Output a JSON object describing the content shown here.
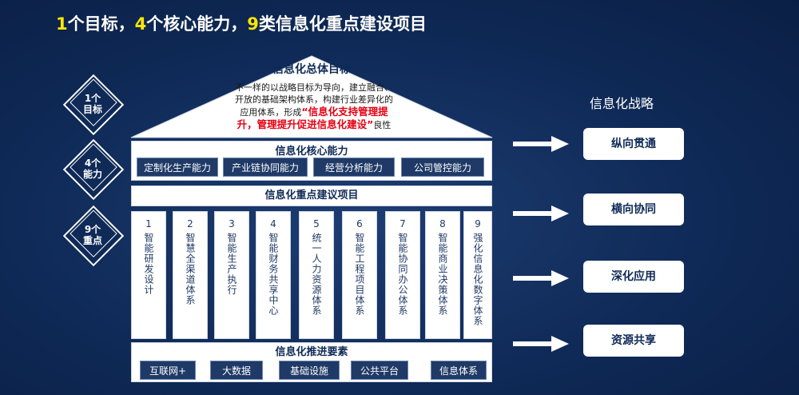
{
  "headline": {
    "n1": "1",
    "t1": "个目标，",
    "n2": "4",
    "t2": "个核心能力，",
    "n3": "9",
    "t3": "类信息化重点建设项目"
  },
  "left_labels": {
    "goal": [
      "1个",
      "目标"
    ],
    "capability": [
      "4个",
      "能力"
    ],
    "project": [
      "9个",
      "重点"
    ]
  },
  "roof": {
    "title": "信息化总体目标",
    "body_line1": "不一样的以战略目标为导向，建立融合、",
    "body_line2": "开放的基础架构体系，构建行业差异化的",
    "body_line3": "应用体系，形成",
    "red_line1": "“信息化支持管理提",
    "red_line2": "升，管理提升促进信息化建设”",
    "body_tail": "良性"
  },
  "core": {
    "title": "信息化核心能力",
    "items": [
      "定制化生产能力",
      "产业链协同能力",
      "经营分析能力",
      "公司管控能力"
    ]
  },
  "projects": {
    "title": "信息化重点建议项目",
    "pillars": [
      {
        "num": "1",
        "text": "智能研发设计"
      },
      {
        "num": "2",
        "text": "智慧全渠道体系"
      },
      {
        "num": "3",
        "text": "智能生产执行"
      },
      {
        "num": "4",
        "text": "智能财务共享中心"
      },
      {
        "num": "5",
        "text": "统一人力资源体系"
      },
      {
        "num": "6",
        "text": "智能工程项目体系"
      },
      {
        "num": "7",
        "text": "智能协同办公体系"
      },
      {
        "num": "8",
        "text": "智能商业决策体系"
      },
      {
        "num": "9",
        "text": "强化信息化数字体系"
      }
    ]
  },
  "foundation": {
    "title": "信息化推进要素",
    "items": [
      "互联网+",
      "大数据",
      "基础设施",
      "公共平台",
      "信息体系"
    ]
  },
  "strategy": {
    "title": "信息化战略",
    "items": [
      "纵向贯通",
      "横向协同",
      "深化应用",
      "资源共享"
    ]
  },
  "colors": {
    "background": "#0f2a57",
    "accent_yellow": "#ffe600",
    "accent_red": "#e60012",
    "dark_blue": "#1f3a66"
  }
}
